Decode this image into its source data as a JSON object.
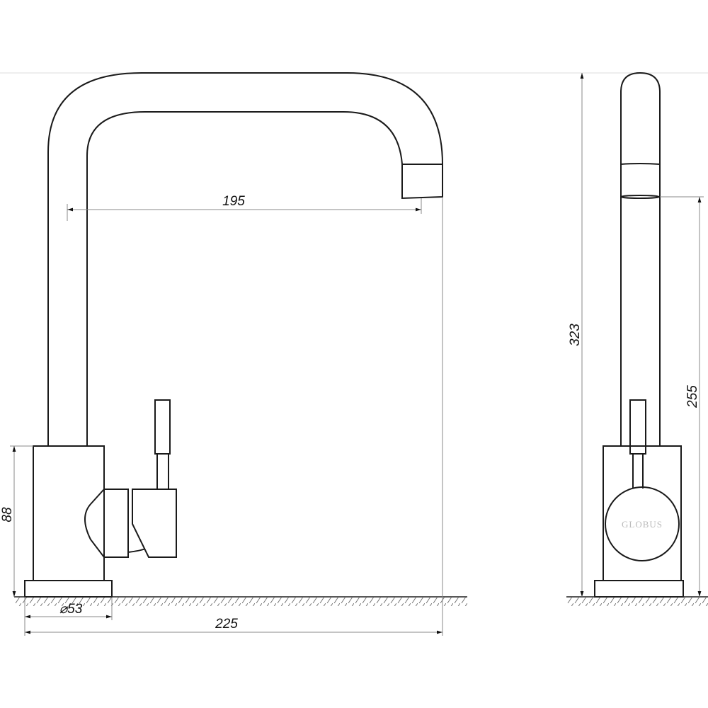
{
  "front_view": {
    "dimensions": {
      "spout_reach": "195",
      "total_depth": "225",
      "base_diameter": "⌀53",
      "body_height": "88"
    }
  },
  "side_view": {
    "brand_logo": "GLOBUS",
    "dimensions": {
      "total_height": "323",
      "spout_height": "255"
    }
  }
}
